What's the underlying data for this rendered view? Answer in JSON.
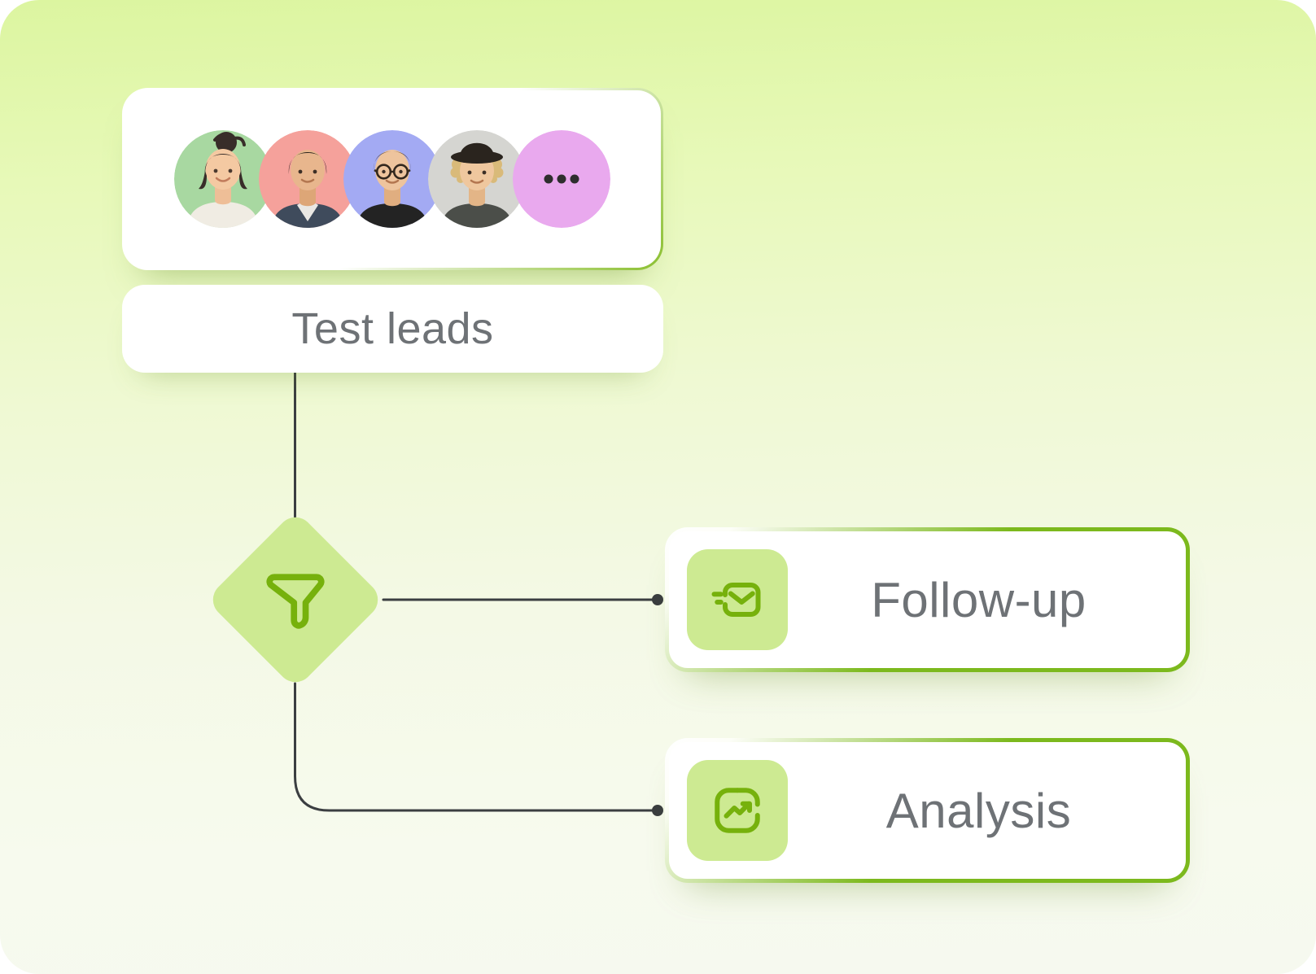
{
  "nodes": {
    "leads": {
      "avatars": [
        {
          "icon": "avatar-woman-bun"
        },
        {
          "icon": "avatar-man-dark-hair"
        },
        {
          "icon": "avatar-man-glasses"
        },
        {
          "icon": "avatar-man-hat-curly"
        },
        {
          "icon": "ellipsis-more-leads"
        }
      ]
    },
    "test_leads": {
      "label": "Test leads"
    },
    "filter": {
      "icon": "funnel-filter-icon"
    },
    "follow_up": {
      "label": "Follow-up",
      "icon": "send-email-icon"
    },
    "analysis": {
      "label": "Analysis",
      "icon": "chart-trending-up-icon"
    }
  },
  "edges": [
    {
      "from": "test_leads",
      "to": "filter"
    },
    {
      "from": "filter",
      "to": "follow_up"
    },
    {
      "from": "filter",
      "to": "analysis"
    }
  ],
  "colors": {
    "background_top": "#dcf5a0",
    "background_bottom": "#f7faee",
    "accent_green": "#76b10c",
    "card_border_green": "#7cb91d",
    "node_fill_green": "#cdea92",
    "connector_line": "#3b3e41",
    "label_text": "#6e7276",
    "avatar_backgrounds": [
      "#a8d8a1",
      "#f5a19b",
      "#a3aaf3",
      "#d5d5d1",
      "#e9a9ee"
    ]
  }
}
